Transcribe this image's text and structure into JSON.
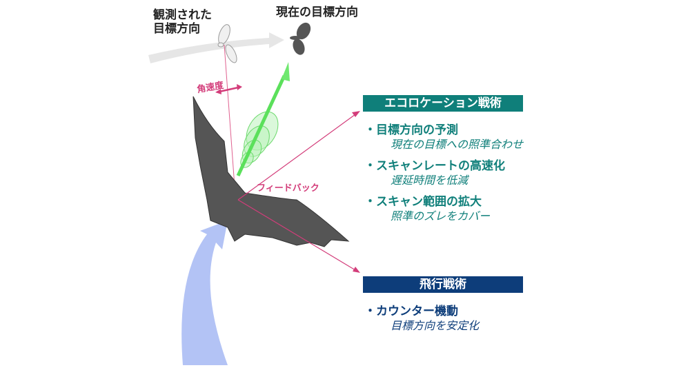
{
  "labels": {
    "observed_direction": "観測された\n目標方向",
    "observed_direction_line1": "観測された",
    "observed_direction_line2": "目標方向",
    "current_direction": "現在の目標方向",
    "angular_velocity": "角速度",
    "feedback": "フィードバック"
  },
  "echolocation": {
    "title": "エコロケーション戦術",
    "items": [
      {
        "main": "・目標方向の予測",
        "sub": "現在の目標への照準合わせ"
      },
      {
        "main": "・スキャンレートの高速化",
        "sub": "遅延時間を低減"
      },
      {
        "main": "・スキャン範囲の拡大",
        "sub": "照準のズレをカバー"
      }
    ]
  },
  "flight": {
    "title": "飛行戦術",
    "items": [
      {
        "main": "・カウンター機動",
        "sub": "目標方向を安定化"
      }
    ]
  },
  "colors": {
    "teal": "#0f7f7a",
    "navy": "#0d3d7a",
    "pink": "#d33d7a",
    "green": "#5be05b",
    "blue_arrow": "#aebff5"
  }
}
